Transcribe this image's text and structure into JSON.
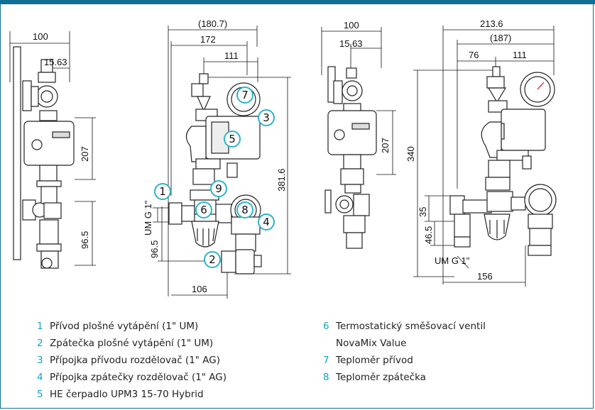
{
  "colors": {
    "brand": "#0f6f94",
    "callout": "#2bb3cc",
    "legend_number": "#14a3c4",
    "line": "#222222",
    "gauge_red": "#cc2222"
  },
  "dimensions": {
    "v1_width": "100",
    "v1_offset": "15.63",
    "v1_height": "207",
    "v1_lower": "96.5",
    "v2_total_paren": "(180.7)",
    "v2_width": "172",
    "v2_gauge": "111",
    "v2_height": "381.6",
    "v2_thread": "UM G 1\"",
    "v2_lower": "96.5",
    "v2_base": "106",
    "v3_width": "100",
    "v3_offset": "15.63",
    "v3_height": "207",
    "v4_total": "213.6",
    "v4_paren": "(187)",
    "v4_offset": "76",
    "v4_gauge": "111",
    "v4_height": "340",
    "v4_35": "35",
    "v4_46": "46.5",
    "v4_thread": "UM G 1\"",
    "v4_base": "156"
  },
  "callouts": [
    "1",
    "2",
    "3",
    "4",
    "5",
    "6",
    "7",
    "8",
    "9"
  ],
  "legend": {
    "left": [
      {
        "num": "1",
        "text": "Přívod plošné vytápění (1\" UM)"
      },
      {
        "num": "2",
        "text": "Zpátečka plošné vytápění (1\" UM)"
      },
      {
        "num": "3",
        "text": "Přípojka přívodu rozdělovač (1\" AG)"
      },
      {
        "num": "4",
        "text": "Přípojka zpátečky rozdělovač (1\" AG)"
      },
      {
        "num": "5",
        "text": "HE čerpadlo UPM3 15-70 Hybrid"
      }
    ],
    "right": [
      {
        "num": "6",
        "text": "Termostatický směšovací ventil\nNovaMix Value"
      },
      {
        "num": "7",
        "text": "Teploměr přívod"
      },
      {
        "num": "8",
        "text": "Teploměr zpátečka"
      }
    ]
  }
}
